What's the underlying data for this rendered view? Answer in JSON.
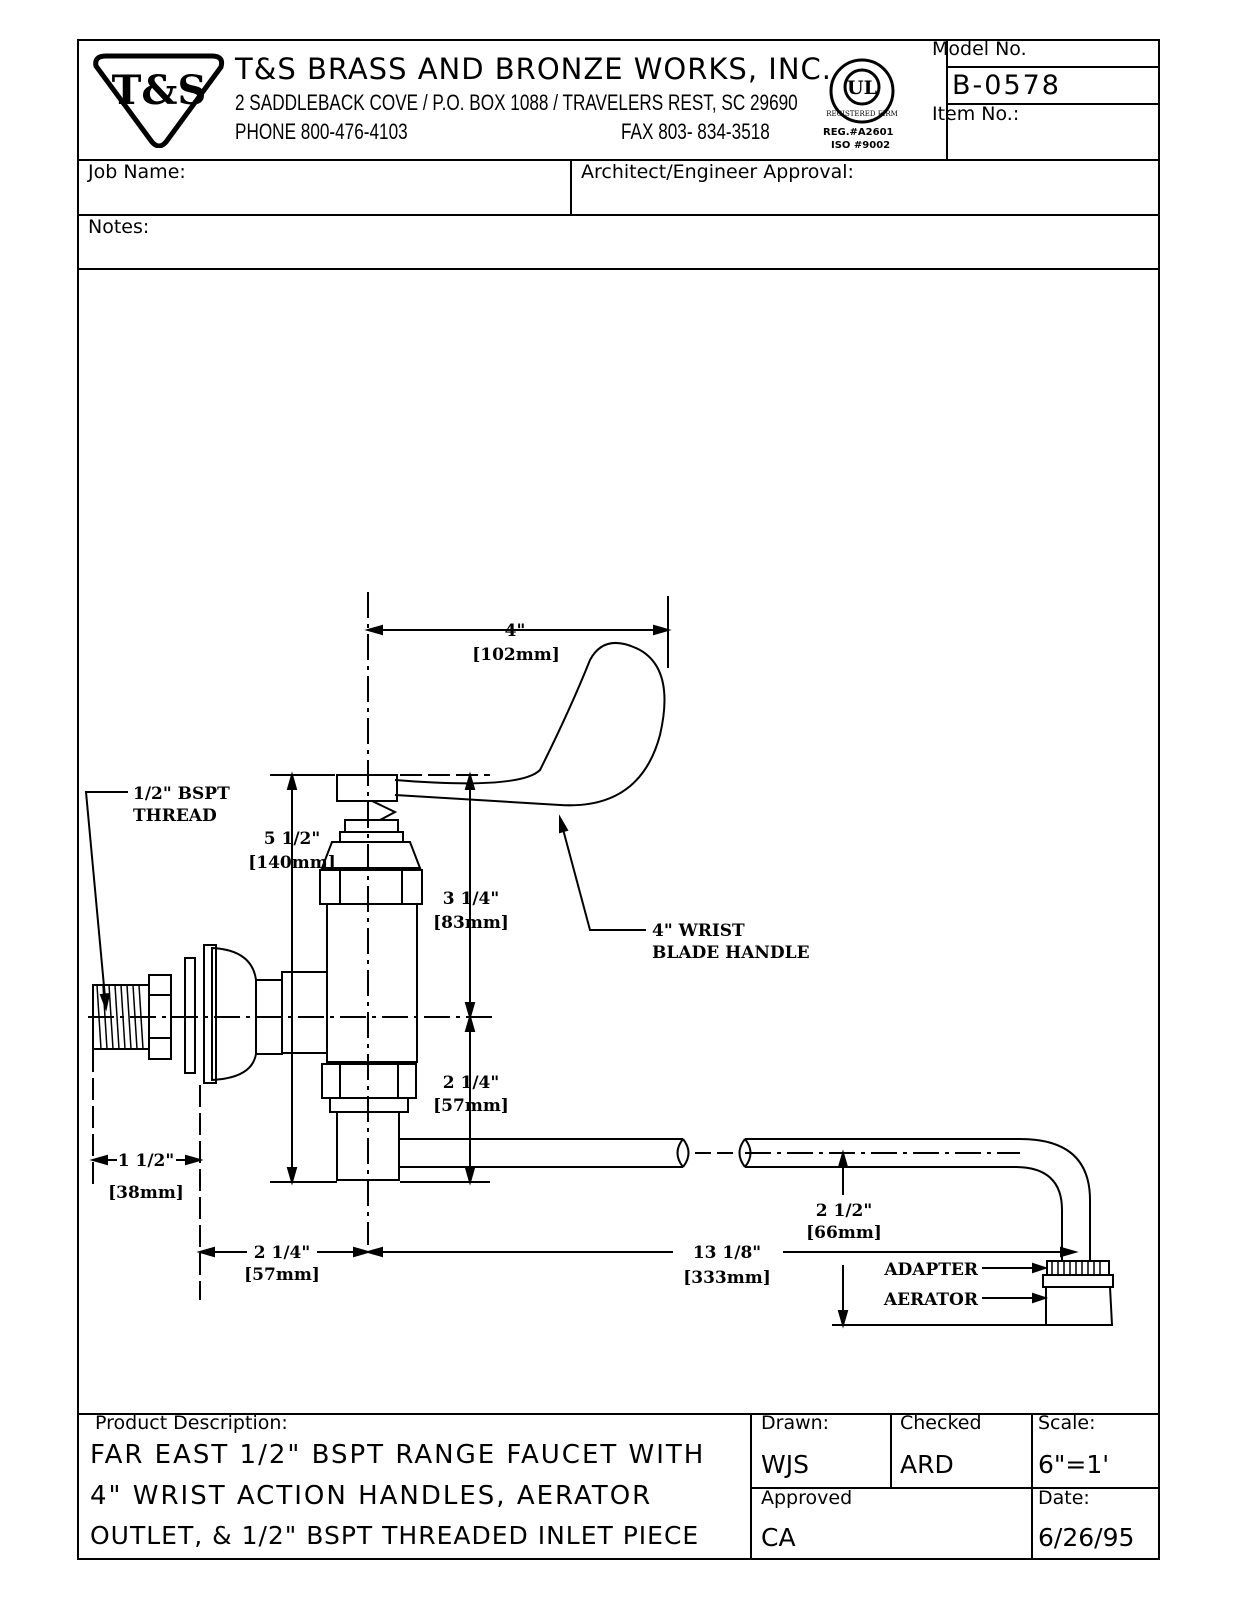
{
  "header": {
    "logo_text": "T&S",
    "company_name": "T&S BRASS AND BRONZE WORKS, INC.",
    "address": "2 SADDLEBACK COVE / P.O. BOX 1088 / TRAVELERS REST, SC 29690",
    "phone": "PHONE 800-476-4103",
    "fax": "FAX 803- 834-3518",
    "ul_mark_text": "UL",
    "ul_ring_text": "REGISTERED FIRM",
    "reg_line1": "REG.#A2601",
    "reg_line2": "ISO #9002",
    "model_label": "Model No.",
    "model_value": "B-0578",
    "item_label": "Item No.:",
    "item_value": ""
  },
  "form": {
    "job_name_label": "Job Name:",
    "architect_label": "Architect/Engineer Approval:",
    "notes_label": "Notes:"
  },
  "drawing": {
    "handle_width": "4\"",
    "handle_width_mm": "[102mm]",
    "bspt_thread_1": "1/2\" BSPT",
    "bspt_thread_2": "THREAD",
    "overall_height": "5 1/2\"",
    "overall_height_mm": "[140mm]",
    "upper_height": "3 1/4\"",
    "upper_height_mm": "[83mm]",
    "wrist_handle_1": "4\" WRIST",
    "wrist_handle_2": "BLADE HANDLE",
    "lower_height": "2 1/4\"",
    "lower_height_mm": "[57mm]",
    "thread_len": "1 1/2\"",
    "thread_len_mm": "[38mm]",
    "outlet_drop": "2 1/2\"",
    "outlet_drop_mm": "[66mm]",
    "flange_offset": "2 1/4\"",
    "flange_offset_mm": "[57mm]",
    "spout_reach": "13 1/8\"",
    "spout_reach_mm": "[333mm]",
    "adapter": "ADAPTER",
    "aerator": "AERATOR"
  },
  "footer": {
    "product_desc_label": "Product Description:",
    "desc_line1": "FAR EAST 1/2\" BSPT RANGE FAUCET WITH",
    "desc_line2": "4\" WRIST ACTION HANDLES, AERATOR",
    "desc_line3": "OUTLET, & 1/2\" BSPT THREADED INLET PIECE",
    "drawn_label": "Drawn:",
    "drawn_value": "WJS",
    "checked_label": "Checked",
    "checked_value": "ARD",
    "scale_label": "Scale:",
    "scale_value": "6\"=1'",
    "approved_label": "Approved",
    "approved_value": "CA",
    "date_label": "Date:",
    "date_value": "6/26/95"
  }
}
